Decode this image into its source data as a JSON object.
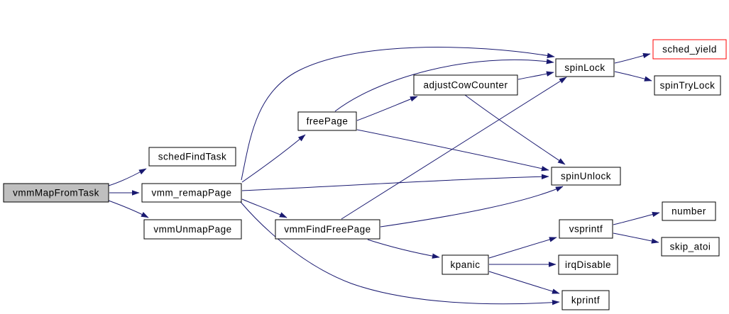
{
  "diagram": {
    "kind": "call-graph",
    "colors": {
      "background": "#ffffff",
      "edge": "#191970",
      "node_border": "#000000",
      "node_fill": "#ffffff",
      "node_text": "#000000",
      "focus_fill": "#bfbfbf",
      "highlight_border": "#ff0000"
    },
    "nodes": [
      {
        "id": "vmmMapFromTask",
        "label": "vmmMapFromTask",
        "role": "focus"
      },
      {
        "id": "schedFindTask",
        "label": "schedFindTask",
        "role": "normal"
      },
      {
        "id": "vmm_remapPage",
        "label": "vmm_remapPage",
        "role": "normal"
      },
      {
        "id": "vmmUnmapPage",
        "label": "vmmUnmapPage",
        "role": "normal"
      },
      {
        "id": "freePage",
        "label": "freePage",
        "role": "normal"
      },
      {
        "id": "adjustCowCounter",
        "label": "adjustCowCounter",
        "role": "normal"
      },
      {
        "id": "spinLock",
        "label": "spinLock",
        "role": "normal"
      },
      {
        "id": "sched_yield",
        "label": "sched_yield",
        "role": "highlighted"
      },
      {
        "id": "spinTryLock",
        "label": "spinTryLock",
        "role": "normal"
      },
      {
        "id": "spinUnlock",
        "label": "spinUnlock",
        "role": "normal"
      },
      {
        "id": "vmmFindFreePage",
        "label": "vmmFindFreePage",
        "role": "normal"
      },
      {
        "id": "vsprintf",
        "label": "vsprintf",
        "role": "normal"
      },
      {
        "id": "number",
        "label": "number",
        "role": "normal"
      },
      {
        "id": "skip_atoi",
        "label": "skip_atoi",
        "role": "normal"
      },
      {
        "id": "irqDisable",
        "label": "irqDisable",
        "role": "normal"
      },
      {
        "id": "kpanic",
        "label": "kpanic",
        "role": "normal"
      },
      {
        "id": "kprintf",
        "label": "kprintf",
        "role": "normal"
      }
    ],
    "edges": [
      {
        "from": "vmmMapFromTask",
        "to": "schedFindTask"
      },
      {
        "from": "vmmMapFromTask",
        "to": "vmm_remapPage"
      },
      {
        "from": "vmmMapFromTask",
        "to": "vmmUnmapPage"
      },
      {
        "from": "vmm_remapPage",
        "to": "freePage"
      },
      {
        "from": "vmm_remapPage",
        "to": "spinLock"
      },
      {
        "from": "vmm_remapPage",
        "to": "spinUnlock"
      },
      {
        "from": "vmm_remapPage",
        "to": "vmmFindFreePage"
      },
      {
        "from": "vmm_remapPage",
        "to": "kprintf"
      },
      {
        "from": "freePage",
        "to": "adjustCowCounter"
      },
      {
        "from": "freePage",
        "to": "spinLock"
      },
      {
        "from": "freePage",
        "to": "spinUnlock"
      },
      {
        "from": "adjustCowCounter",
        "to": "spinLock"
      },
      {
        "from": "adjustCowCounter",
        "to": "spinUnlock"
      },
      {
        "from": "vmmFindFreePage",
        "to": "spinLock"
      },
      {
        "from": "vmmFindFreePage",
        "to": "spinUnlock"
      },
      {
        "from": "vmmFindFreePage",
        "to": "kpanic"
      },
      {
        "from": "spinLock",
        "to": "sched_yield"
      },
      {
        "from": "spinLock",
        "to": "spinTryLock"
      },
      {
        "from": "kpanic",
        "to": "vsprintf"
      },
      {
        "from": "kpanic",
        "to": "irqDisable"
      },
      {
        "from": "kpanic",
        "to": "kprintf"
      },
      {
        "from": "vsprintf",
        "to": "number"
      },
      {
        "from": "vsprintf",
        "to": "skip_atoi"
      }
    ]
  }
}
